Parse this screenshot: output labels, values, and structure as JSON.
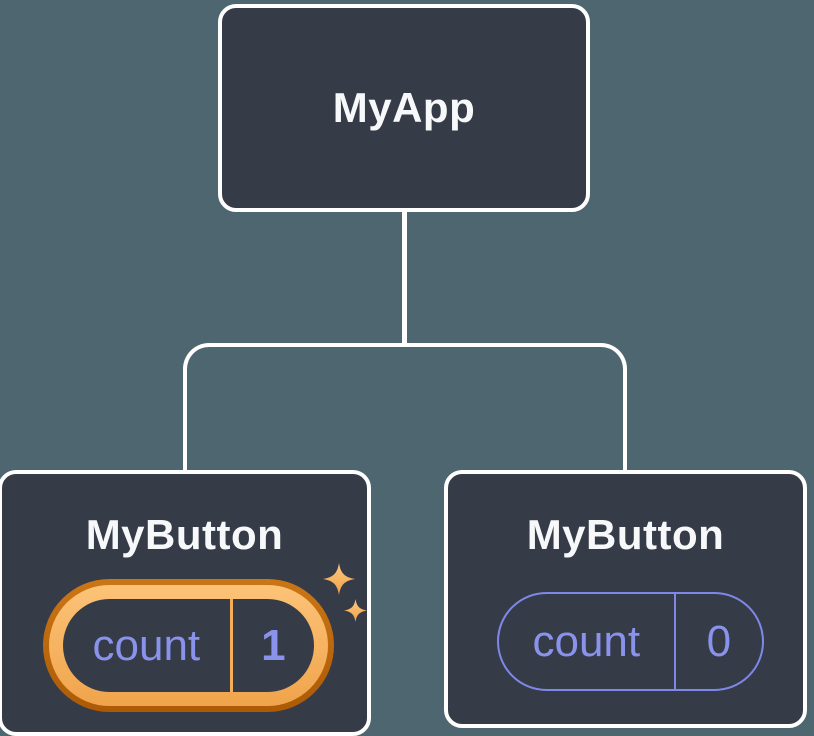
{
  "diagram": {
    "root": {
      "label": "MyApp"
    },
    "children": [
      {
        "label": "MyButton",
        "state_key": "count",
        "state_value": "1",
        "highlighted": true
      },
      {
        "label": "MyButton",
        "state_key": "count",
        "state_value": "0",
        "highlighted": false
      }
    ]
  },
  "colors": {
    "background": "#4d6670",
    "node_fill": "#353b47",
    "node_border": "#ffffff",
    "title_text": "#f7f8fa",
    "state_text": "#8a93ec",
    "state_stroke": "#7f88e8",
    "ring_band_top": "#fcc378",
    "ring_band_bottom": "#f0a44b",
    "ring_edge_top": "#cb7615",
    "ring_edge_bottom": "#ac5a06",
    "ring_divider": "#f5ad5a",
    "sparkle_top": "#fdc97f",
    "sparkle_bottom": "#efa14a"
  }
}
